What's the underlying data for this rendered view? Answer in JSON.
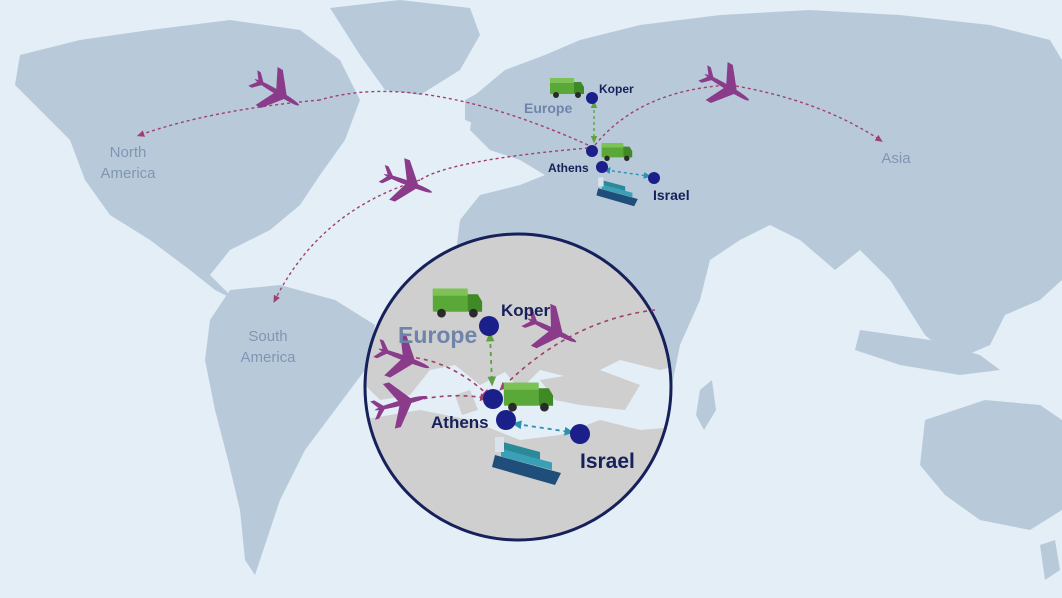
{
  "regions": {
    "north_america": [
      "North",
      "America"
    ],
    "south_america": [
      "South",
      "America"
    ],
    "asia": "Asia",
    "europe": "Europe"
  },
  "cities": {
    "koper": "Koper",
    "athens": "Athens",
    "israel": "Israel"
  },
  "inset": {
    "europe": "Europe",
    "koper": "Koper",
    "athens": "Athens",
    "israel": "Israel"
  },
  "colors": {
    "ocean": "#e3eef7",
    "land": "#b8cad9",
    "inset_land": "#cfcfcf",
    "node": "#1b1f8a",
    "air_route": "#a0406e",
    "plane": "#8a3c8a",
    "truck": "#4f9a2f",
    "truck_route": "#5fa040",
    "sea_route": "#2f8fb0",
    "ship": "#2a7f8f",
    "inset_border": "#16205a"
  },
  "icons": [
    "airplane-icon",
    "truck-icon",
    "cargo-ship-icon",
    "location-node-icon"
  ]
}
